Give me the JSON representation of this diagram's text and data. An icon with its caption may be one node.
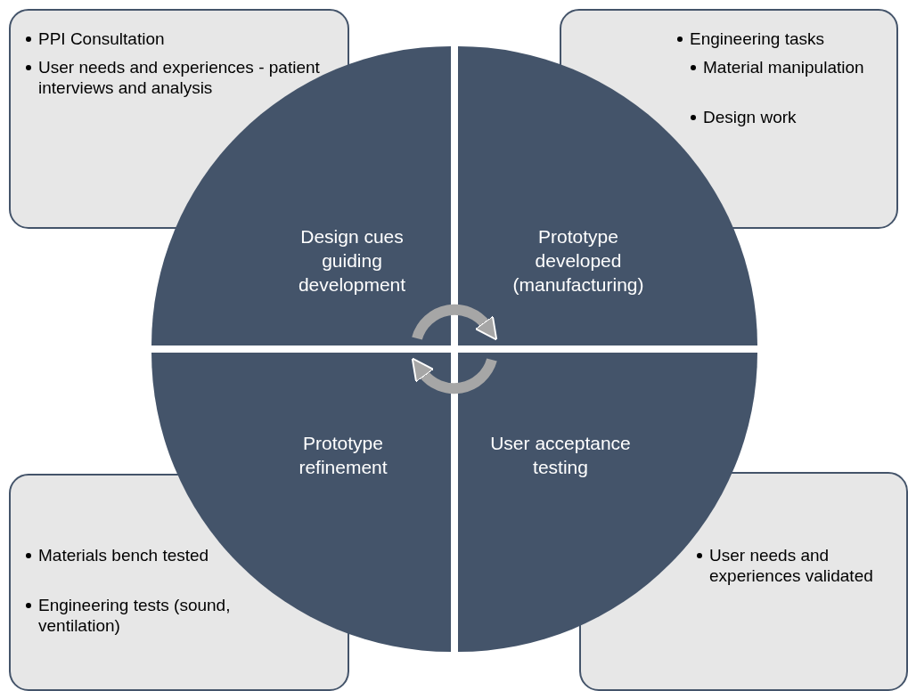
{
  "diagram": {
    "nodes": [
      {
        "text": [
          "PPI Consultation",
          "User needs and experiences - patient interviews and analysis"
        ]
      },
      {
        "text": [
          "Engineering tasks",
          "Material manipulation",
          "Design work"
        ]
      },
      {
        "text": [
          "Design cues guiding development"
        ]
      },
      {
        "text": [
          "Prototype developed (manufacturing)"
        ]
      },
      {
        "text": [
          "Prototype refinement"
        ]
      },
      {
        "text": [
          "User acceptance testing"
        ]
      },
      {
        "text": [
          "Materials bench tested",
          "Engineering tests (sound, ventilation)"
        ]
      },
      {
        "text": [
          "User needs and experiences validated"
        ]
      }
    ],
    "edges": [
      {
        "from": 2,
        "to": 3,
        "arrow": "to"
      },
      {
        "from": 5,
        "to": 4,
        "arrow": "to"
      }
    ]
  }
}
